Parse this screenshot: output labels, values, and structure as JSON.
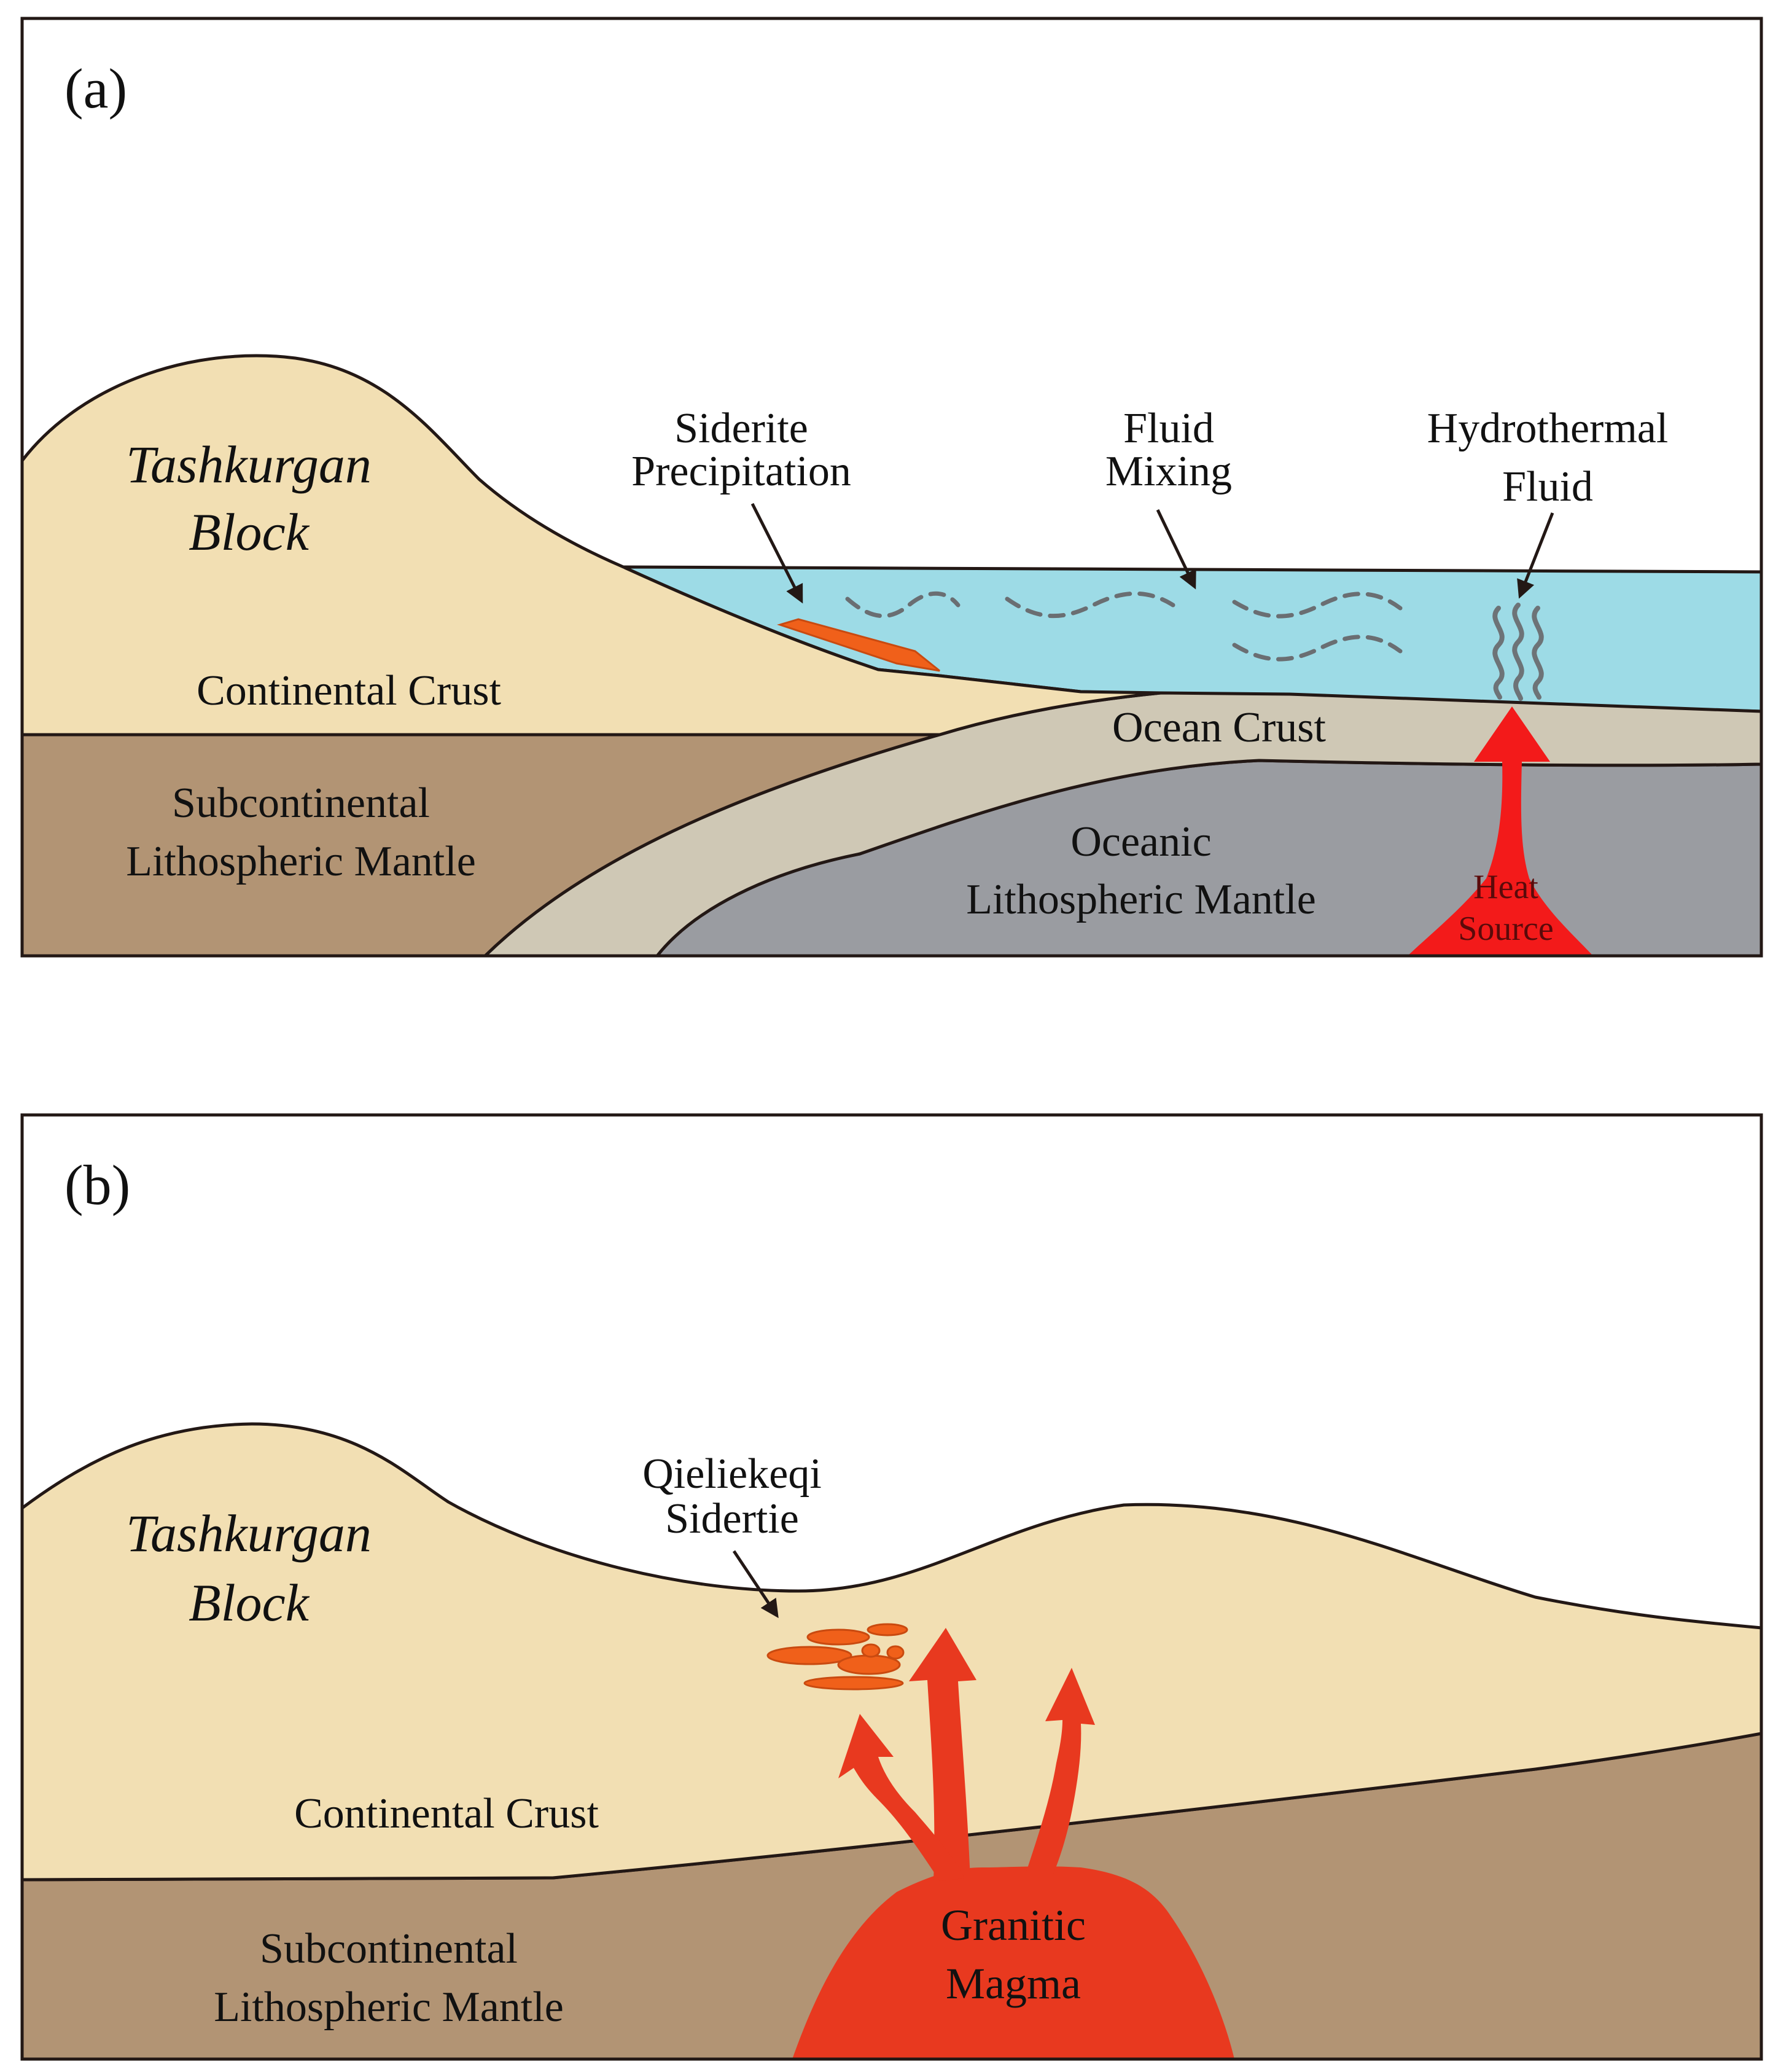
{
  "colors": {
    "continental_crust": "#f2dfb3",
    "subcontinental_mantle": "#b29474",
    "ocean_crust": "#cfc8b5",
    "oceanic_mantle": "#9a9ca1",
    "sea_water": "#9ddbe6",
    "siderite": "#f0601a",
    "heat_source": "#f31a1a",
    "granitic_magma": "#e8391f",
    "outline": "#231815"
  },
  "panel_a": {
    "tag": "(a)",
    "block_name": [
      "Tashkurgan",
      "Block"
    ],
    "continental_crust": "Continental Crust",
    "subcontinental_mantle": [
      "Subcontinental",
      "Lithospheric Mantle"
    ],
    "ocean_crust": "Ocean Crust",
    "oceanic_mantle": [
      "Oceanic",
      "Lithospheric Mantle"
    ],
    "heat_source": [
      "Heat",
      "Source"
    ],
    "siderite_precipitation": [
      "Siderite",
      "Precipitation"
    ],
    "fluid_mixing": [
      "Fluid",
      "Mixing"
    ],
    "hydrothermal_fluid": [
      "Hydrothermal",
      "Fluid"
    ]
  },
  "panel_b": {
    "tag": "(b)",
    "block_name": [
      "Tashkurgan",
      "Block"
    ],
    "siderite_deposit": [
      "Qieliekeqi",
      "Sidertie"
    ],
    "continental_crust": "Continental Crust",
    "subcontinental_mantle": [
      "Subcontinental",
      "Lithospheric Mantle"
    ],
    "granitic_magma": [
      "Granitic",
      "Magma"
    ]
  }
}
